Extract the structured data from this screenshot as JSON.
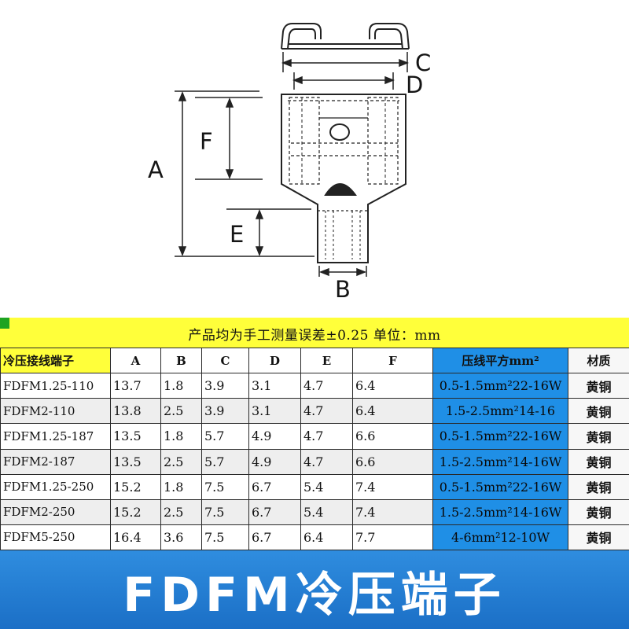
{
  "diagram": {
    "dimension_labels": [
      "A",
      "B",
      "C",
      "D",
      "E",
      "F"
    ]
  },
  "spec": {
    "note": "产品均为手工测量误差±0.25    单位：mm"
  },
  "table": {
    "headers": [
      "冷压接线端子",
      "A",
      "B",
      "C",
      "D",
      "E",
      "F",
      "压线平方mm²",
      "材质"
    ],
    "rows": [
      [
        "FDFM1.25-110",
        "13.7",
        "1.8",
        "3.9",
        "3.1",
        "4.7",
        "6.4",
        "0.5-1.5mm²22-16W",
        "黄铜"
      ],
      [
        "FDFM2-110",
        "13.8",
        "2.5",
        "3.9",
        "3.1",
        "4.7",
        "6.4",
        "1.5-2.5mm²14-16",
        "黄铜"
      ],
      [
        "FDFM1.25-187",
        "13.5",
        "1.8",
        "5.7",
        "4.9",
        "4.7",
        "6.6",
        "0.5-1.5mm²22-16W",
        "黄铜"
      ],
      [
        "FDFM2-187",
        "13.5",
        "2.5",
        "5.7",
        "4.9",
        "4.7",
        "6.6",
        "1.5-2.5mm²14-16W",
        "黄铜"
      ],
      [
        "FDFM1.25-250",
        "15.2",
        "1.8",
        "7.5",
        "6.7",
        "5.4",
        "7.4",
        "0.5-1.5mm²22-16W",
        "黄铜"
      ],
      [
        "FDFM2-250",
        "15.2",
        "2.5",
        "7.5",
        "6.7",
        "5.4",
        "7.4",
        "1.5-2.5mm²14-16W",
        "黄铜"
      ],
      [
        "FDFM5-250",
        "16.4",
        "3.6",
        "7.5",
        "6.7",
        "6.4",
        "7.7",
        "4-6mm²12-10W",
        "黄铜"
      ]
    ]
  },
  "footer": {
    "title": "FDFM冷压端子"
  },
  "colors": {
    "yellow_band": "#ffff3a",
    "blue_column": "#1f8fe6",
    "footer_blue": "#1b6fc6"
  }
}
